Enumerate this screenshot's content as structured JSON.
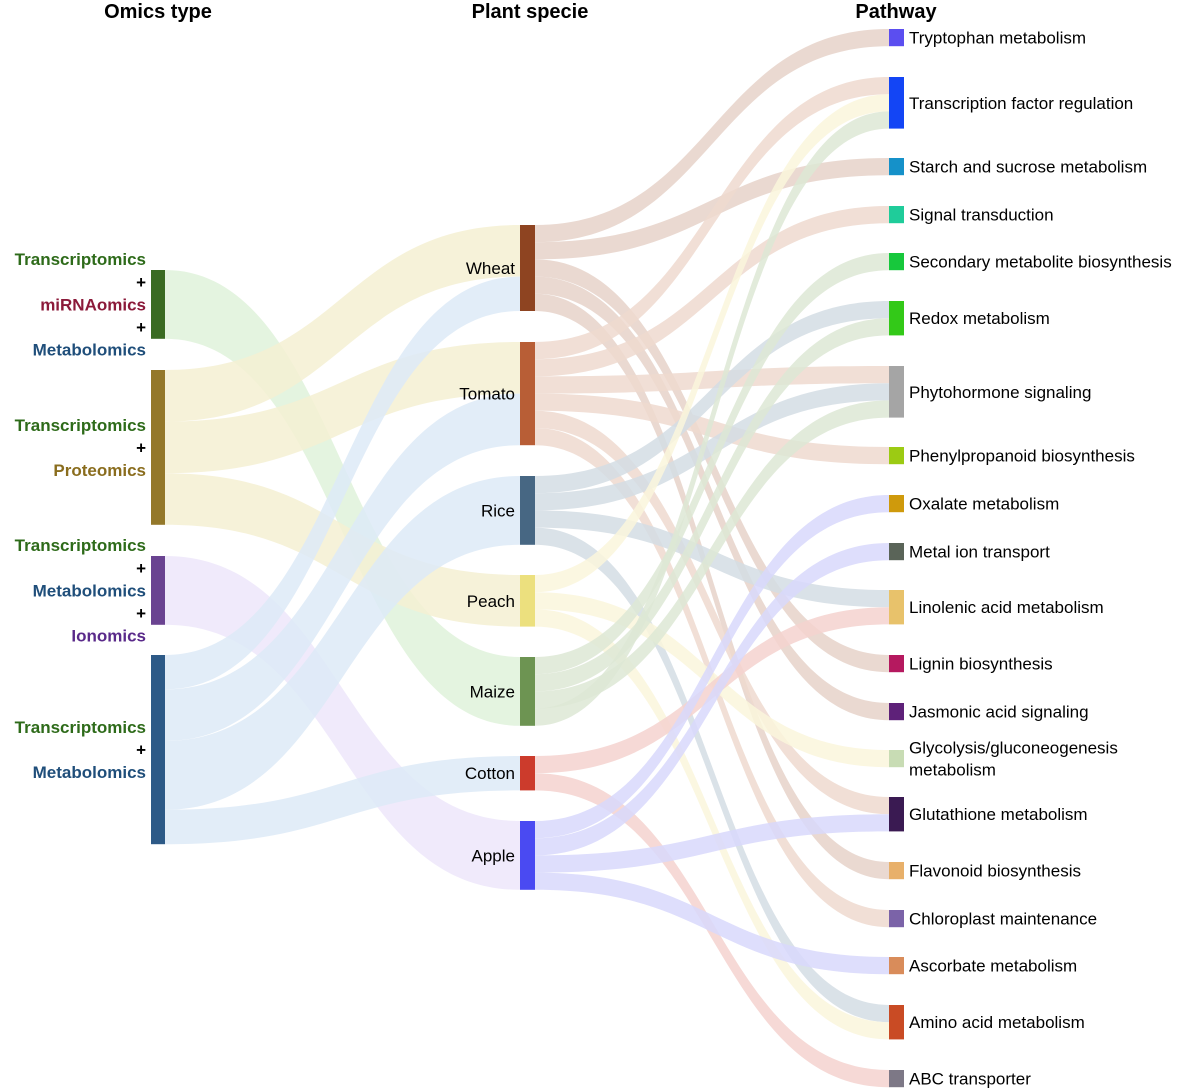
{
  "chart_data": {
    "type": "sankey",
    "columns": [
      "Omics type",
      "Plant specie",
      "Pathway"
    ],
    "omics": [
      {
        "id": "tmm",
        "lines": [
          {
            "text": "Transcriptomics",
            "color": "#2e6b1a"
          },
          {
            "text": "+",
            "color": "#000000"
          },
          {
            "text": "miRNAomics",
            "color": "#8b1a3a"
          },
          {
            "text": "+",
            "color": "#000000"
          },
          {
            "text": "Metabolomics",
            "color": "#1f4e7a"
          }
        ],
        "color": "#3a6b22",
        "flow_color": "#dff2da"
      },
      {
        "id": "tp",
        "lines": [
          {
            "text": "Transcriptomics",
            "color": "#2e6b1a"
          },
          {
            "text": "+",
            "color": "#000000"
          },
          {
            "text": "Proteomics",
            "color": "#8a6d1e"
          }
        ],
        "color": "#94782a",
        "flow_color": "#f5f0d2"
      },
      {
        "id": "tmi",
        "lines": [
          {
            "text": "Transcriptomics",
            "color": "#2e6b1a"
          },
          {
            "text": "+",
            "color": "#000000"
          },
          {
            "text": "Metabolomics",
            "color": "#1f4e7a"
          },
          {
            "text": "+",
            "color": "#000000"
          },
          {
            "text": "Ionomics",
            "color": "#5a2a8a"
          }
        ],
        "color": "#6a4391",
        "flow_color": "#ede6fa"
      },
      {
        "id": "tm",
        "lines": [
          {
            "text": "Transcriptomics",
            "color": "#2e6b1a"
          },
          {
            "text": "+",
            "color": "#000000"
          },
          {
            "text": "Metabolomics",
            "color": "#1f4e7a"
          }
        ],
        "color": "#2d5a87",
        "flow_color": "#ddeaf7"
      }
    ],
    "plants": [
      {
        "id": "wheat",
        "label": "Wheat",
        "color": "#8e4421",
        "flow_color": "#e6d2c9"
      },
      {
        "id": "tomato",
        "label": "Tomato",
        "color": "#b85e36",
        "flow_color": "#efd9cf"
      },
      {
        "id": "rice",
        "label": "Rice",
        "color": "#476783",
        "flow_color": "#d4dde4"
      },
      {
        "id": "peach",
        "label": "Peach",
        "color": "#ece07e",
        "flow_color": "#faf6dc"
      },
      {
        "id": "maize",
        "label": "Maize",
        "color": "#6d9452",
        "flow_color": "#dde8d5"
      },
      {
        "id": "cotton",
        "label": "Cotton",
        "color": "#cc3b2c",
        "flow_color": "#f5d2cf"
      },
      {
        "id": "apple",
        "label": "Apple",
        "color": "#4a4af2",
        "flow_color": "#d8d8fb"
      }
    ],
    "pathways": [
      {
        "id": "trp",
        "label": "Tryptophan metabolism",
        "color": "#5b4ef0"
      },
      {
        "id": "tf",
        "label": "Transcription factor regulation",
        "color": "#1345f5"
      },
      {
        "id": "starch",
        "label": "Starch and sucrose metabolism",
        "color": "#1591c9"
      },
      {
        "id": "signal",
        "label": "Signal transduction",
        "color": "#1fcc9a"
      },
      {
        "id": "secondary",
        "label": "Secondary metabolite biosynthesis",
        "color": "#17c83c"
      },
      {
        "id": "redox",
        "label": "Redox metabolism",
        "color": "#33c918"
      },
      {
        "id": "phyto",
        "label": "Phytohormone signaling",
        "color": "#a5a5a5"
      },
      {
        "id": "phenyl",
        "label": "Phenylpropanoid biosynthesis",
        "color": "#9ccb13"
      },
      {
        "id": "oxalate",
        "label": "Oxalate metabolism",
        "color": "#cf9a0c"
      },
      {
        "id": "metal",
        "label": "Metal ion transport",
        "color": "#5a6458"
      },
      {
        "id": "linolenic",
        "label": "Linolenic acid metabolism",
        "color": "#e8c26b"
      },
      {
        "id": "lignin",
        "label": "Lignin biosynthesis",
        "color": "#b5195f"
      },
      {
        "id": "jasmonic",
        "label": "Jasmonic acid signaling",
        "color": "#5e2179"
      },
      {
        "id": "glyco",
        "label": "Glycolysis/gluconeogenesis metabolism",
        "lines": [
          "Glycolysis/gluconeogenesis",
          "metabolism"
        ],
        "color": "#c8dcb4"
      },
      {
        "id": "glutathione",
        "label": "Glutathione metabolism",
        "color": "#3a1a52"
      },
      {
        "id": "flavonoid",
        "label": "Flavonoid biosynthesis",
        "color": "#e8b06a"
      },
      {
        "id": "chloroplast",
        "label": "Chloroplast maintenance",
        "color": "#7b63a8"
      },
      {
        "id": "ascorbate",
        "label": "Ascorbate metabolism",
        "color": "#d98c5a"
      },
      {
        "id": "amino",
        "label": "Amino acid metabolism",
        "color": "#c94b24"
      },
      {
        "id": "abc",
        "label": "ABC transporter",
        "color": "#7d7886"
      }
    ],
    "links_omics_to_plant": [
      {
        "source": "tmm",
        "target": "maize",
        "value": 4
      },
      {
        "source": "tp",
        "target": "wheat",
        "value": 3
      },
      {
        "source": "tp",
        "target": "tomato",
        "value": 3
      },
      {
        "source": "tp",
        "target": "peach",
        "value": 3
      },
      {
        "source": "tmi",
        "target": "apple",
        "value": 4
      },
      {
        "source": "tm",
        "target": "wheat",
        "value": 2
      },
      {
        "source": "tm",
        "target": "tomato",
        "value": 3
      },
      {
        "source": "tm",
        "target": "rice",
        "value": 4
      },
      {
        "source": "tm",
        "target": "cotton",
        "value": 2
      }
    ],
    "links_plant_to_pathway": [
      {
        "source": "wheat",
        "target": "trp",
        "value": 1
      },
      {
        "source": "wheat",
        "target": "starch",
        "value": 1
      },
      {
        "source": "wheat",
        "target": "lignin",
        "value": 1
      },
      {
        "source": "wheat",
        "target": "jasmonic",
        "value": 1
      },
      {
        "source": "wheat",
        "target": "flavonoid",
        "value": 1
      },
      {
        "source": "tomato",
        "target": "tf",
        "value": 1
      },
      {
        "source": "tomato",
        "target": "signal",
        "value": 1
      },
      {
        "source": "tomato",
        "target": "phyto",
        "value": 1
      },
      {
        "source": "tomato",
        "target": "phenyl",
        "value": 1
      },
      {
        "source": "tomato",
        "target": "glutathione",
        "value": 1
      },
      {
        "source": "tomato",
        "target": "chloroplast",
        "value": 1
      },
      {
        "source": "rice",
        "target": "redox",
        "value": 1
      },
      {
        "source": "rice",
        "target": "phyto",
        "value": 1
      },
      {
        "source": "rice",
        "target": "linolenic",
        "value": 1
      },
      {
        "source": "rice",
        "target": "amino",
        "value": 1
      },
      {
        "source": "peach",
        "target": "tf",
        "value": 1
      },
      {
        "source": "peach",
        "target": "glyco",
        "value": 1
      },
      {
        "source": "peach",
        "target": "amino",
        "value": 1
      },
      {
        "source": "maize",
        "target": "secondary",
        "value": 1
      },
      {
        "source": "maize",
        "target": "redox",
        "value": 1
      },
      {
        "source": "maize",
        "target": "phyto",
        "value": 1
      },
      {
        "source": "maize",
        "target": "tf",
        "value": 1
      },
      {
        "source": "cotton",
        "target": "linolenic",
        "value": 1
      },
      {
        "source": "cotton",
        "target": "abc",
        "value": 1
      },
      {
        "source": "apple",
        "target": "oxalate",
        "value": 1
      },
      {
        "source": "apple",
        "target": "metal",
        "value": 1
      },
      {
        "source": "apple",
        "target": "glutathione",
        "value": 1
      },
      {
        "source": "apple",
        "target": "ascorbate",
        "value": 1
      }
    ]
  }
}
